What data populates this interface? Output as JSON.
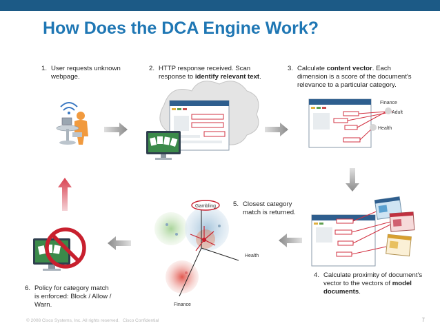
{
  "title": "How Does the DCA Engine Work?",
  "steps": {
    "s1": {
      "num": "1.",
      "text": "User requests unknown webpage."
    },
    "s2": {
      "num": "2.",
      "text_a": "HTTP response received. Scan response to ",
      "text_b": "identify relevant text",
      "text_c": "."
    },
    "s3": {
      "num": "3.",
      "text_a": "Calculate ",
      "text_b": "content vector",
      "text_c": ". Each dimension is a score of the document's relevance to a particular category."
    },
    "s4": {
      "num": "4.",
      "text_a": "Calculate proximity of document's vector to the vectors of ",
      "text_b": "model documents",
      "text_c": "."
    },
    "s5": {
      "num": "5.",
      "text": "Closest category match is returned."
    },
    "s6": {
      "num": "6.",
      "text": "Policy for category match is enforced: Block / Allow / Warn."
    }
  },
  "labels": {
    "finance": "Finance",
    "adult": "Adult",
    "health": "Health",
    "gambling": "Gambling",
    "health2": "Health",
    "finance2": "Finance"
  },
  "footer": {
    "copyright": "© 2008 Cisco Systems, Inc. All rights reserved.",
    "confidential": "Cisco Confidential",
    "page": "7"
  },
  "colors": {
    "topbar": "#1c5a86",
    "title": "#1f77b4",
    "arrow": "#8a8a8a",
    "up_arrow": "#d94050",
    "highlight": "#c8202e"
  }
}
